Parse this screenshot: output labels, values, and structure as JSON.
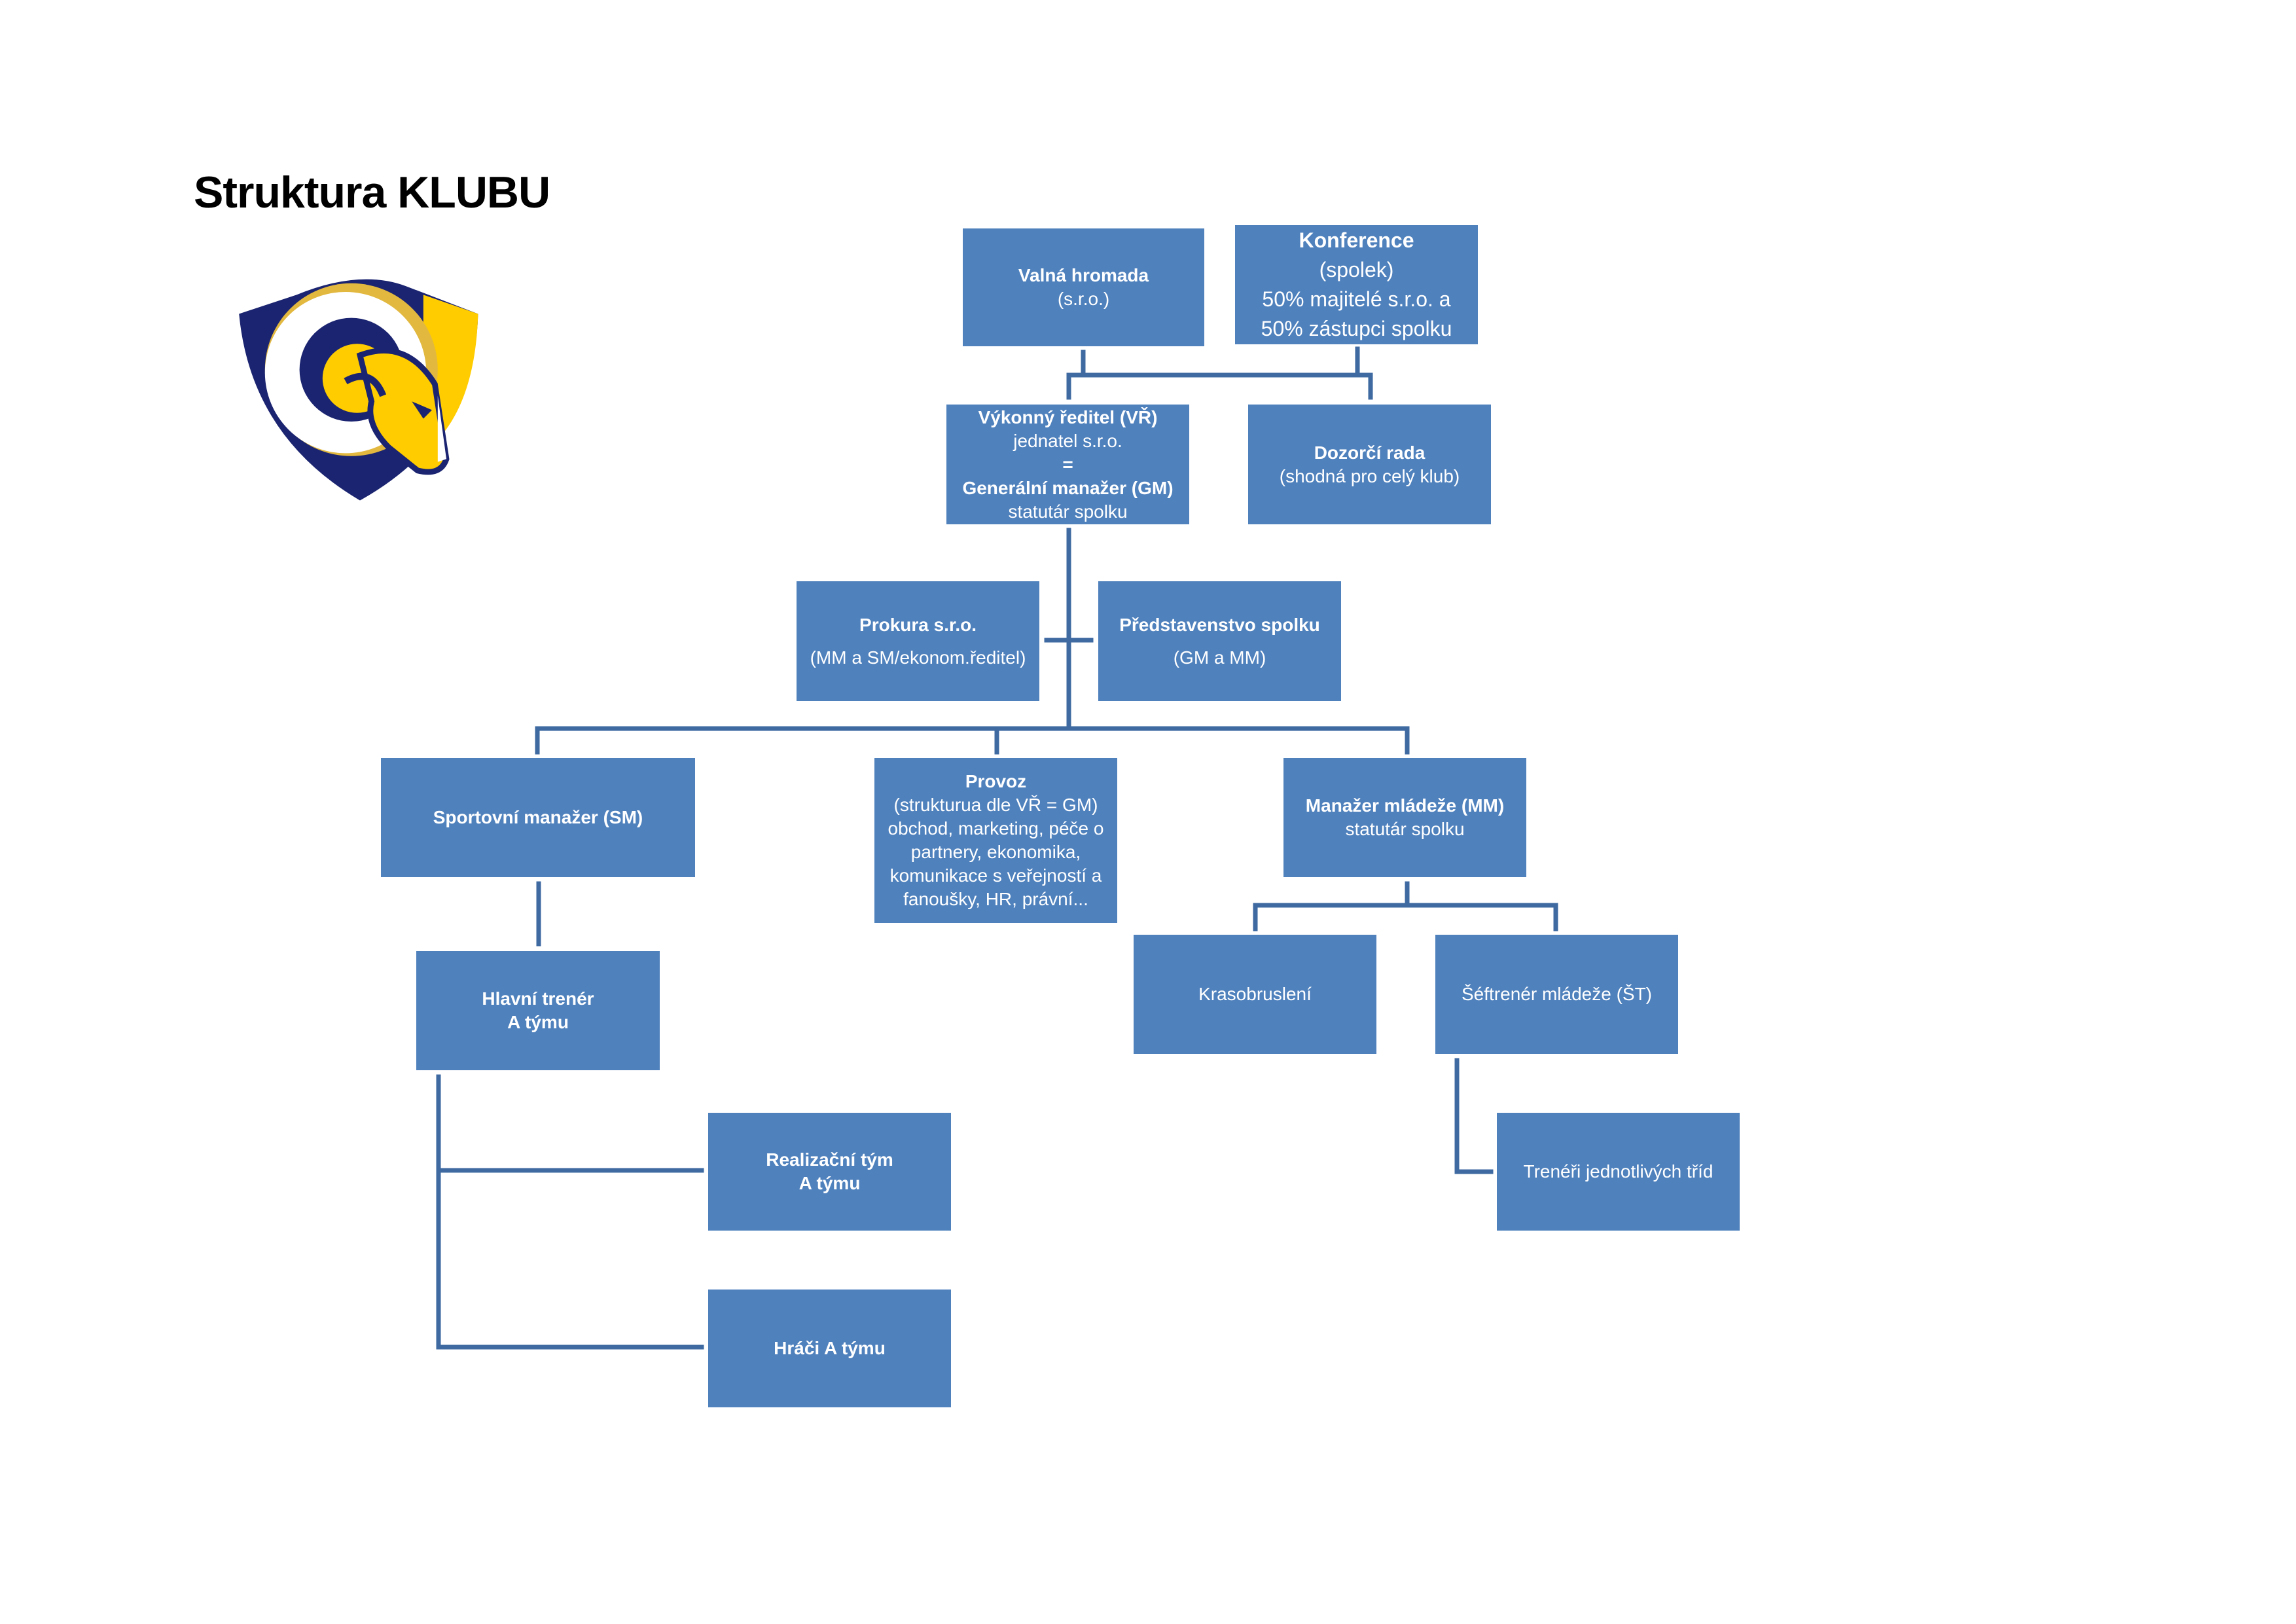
{
  "title": "Struktura KLUBU",
  "colors": {
    "box": "#4f81bd",
    "connector": "#3e6aa1",
    "logo_navy": "#1b2470",
    "logo_gold": "#ffcc00",
    "logo_tan": "#e2b83f"
  },
  "logo": {
    "icon": "ram-shield-logo"
  },
  "nodes": {
    "valna": {
      "title": "Valná hromada",
      "sub": "(s.r.o.)"
    },
    "konference": {
      "title": "Konference",
      "lines": [
        "(spolek)",
        "50% majitelé s.r.o. a",
        "50% zástupci spolku"
      ]
    },
    "vr": {
      "title": "Výkonný ředitel (VŘ)",
      "sub1": "jednatel s.r.o.",
      "eq": "=",
      "title2": "Generální manažer (GM)",
      "sub2": "statutár spolku"
    },
    "dozorci": {
      "title": "Dozorčí rada",
      "sub": "(shodná pro celý klub)"
    },
    "prokura": {
      "title": "Prokura s.r.o.",
      "sub": "(MM a SM/ekonom.ředitel)"
    },
    "predstavenstvo": {
      "title": "Představenstvo spolku",
      "sub": "(GM a MM)"
    },
    "sm": {
      "title": "Sportovní manažer (SM)"
    },
    "provoz": {
      "title": "Provoz",
      "lines": [
        "(strukturua dle VŘ = GM)",
        "obchod, marketing, péče o",
        "partnery, ekonomika,",
        "komunikace s veřejností a",
        "fanoušky, HR, právní..."
      ]
    },
    "mm": {
      "title": "Manažer mládeže (MM)",
      "sub": "statutár spolku"
    },
    "hlavni": {
      "title": "Hlavní trenér",
      "title2": "A týmu"
    },
    "krasobrusleni": {
      "title": "Krasobruslení"
    },
    "seftrener": {
      "title": "Šéftrenér mládeže (ŠT)"
    },
    "realizacni": {
      "title": "Realizační tým",
      "title2": "A týmu"
    },
    "treneri": {
      "title": "Trenéři jednotlivých tříd"
    },
    "hraci": {
      "title": "Hráči A týmu"
    }
  }
}
